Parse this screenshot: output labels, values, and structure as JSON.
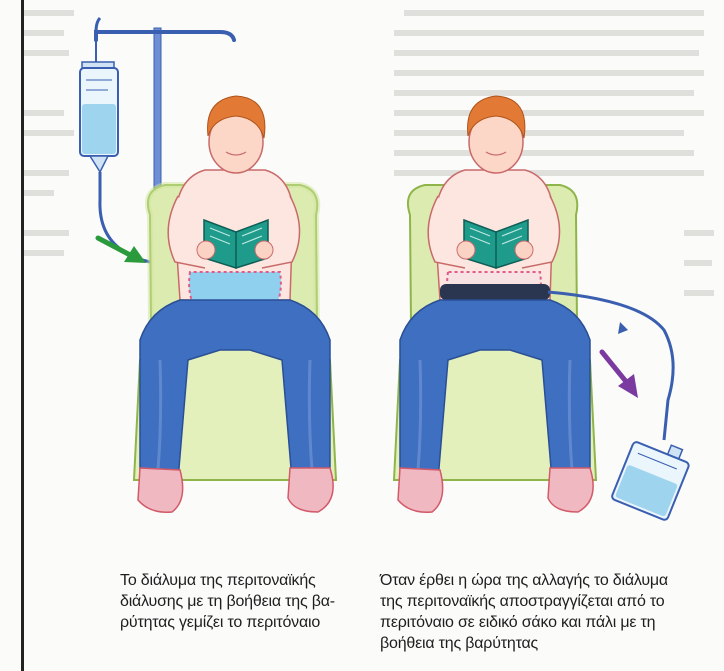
{
  "captions": {
    "fill": {
      "lines": [
        "Το διάλυμα της περιτοναϊκής",
        "διάλυσης με τη βοήθεια της βα-",
        "ρύτητας γεμίζει το περιτόναιο"
      ]
    },
    "drain": {
      "lines": [
        "Όταν έρθει η ώρα της αλλαγής το διάλυμα",
        "της περιτοναϊκής αποστραγγίζεται από το",
        "περιτόναιο σε ειδικό σάκο και πάλι με τη",
        "βοήθεια της βαρύτητας"
      ]
    }
  },
  "icons": {
    "fill_arrow": "arrow-green-in",
    "drain_arrow": "arrow-purple-out"
  },
  "colors": {
    "fill_arrow": "#2a9a3c",
    "drain_arrow": "#7b3aa0",
    "tube": "#3a5fb0",
    "fluid": "#8fd0ee",
    "chair": "#dcebb0",
    "jeans": "#3f6fc0",
    "hair": "#e27a35",
    "book": "#1f9b8c"
  }
}
